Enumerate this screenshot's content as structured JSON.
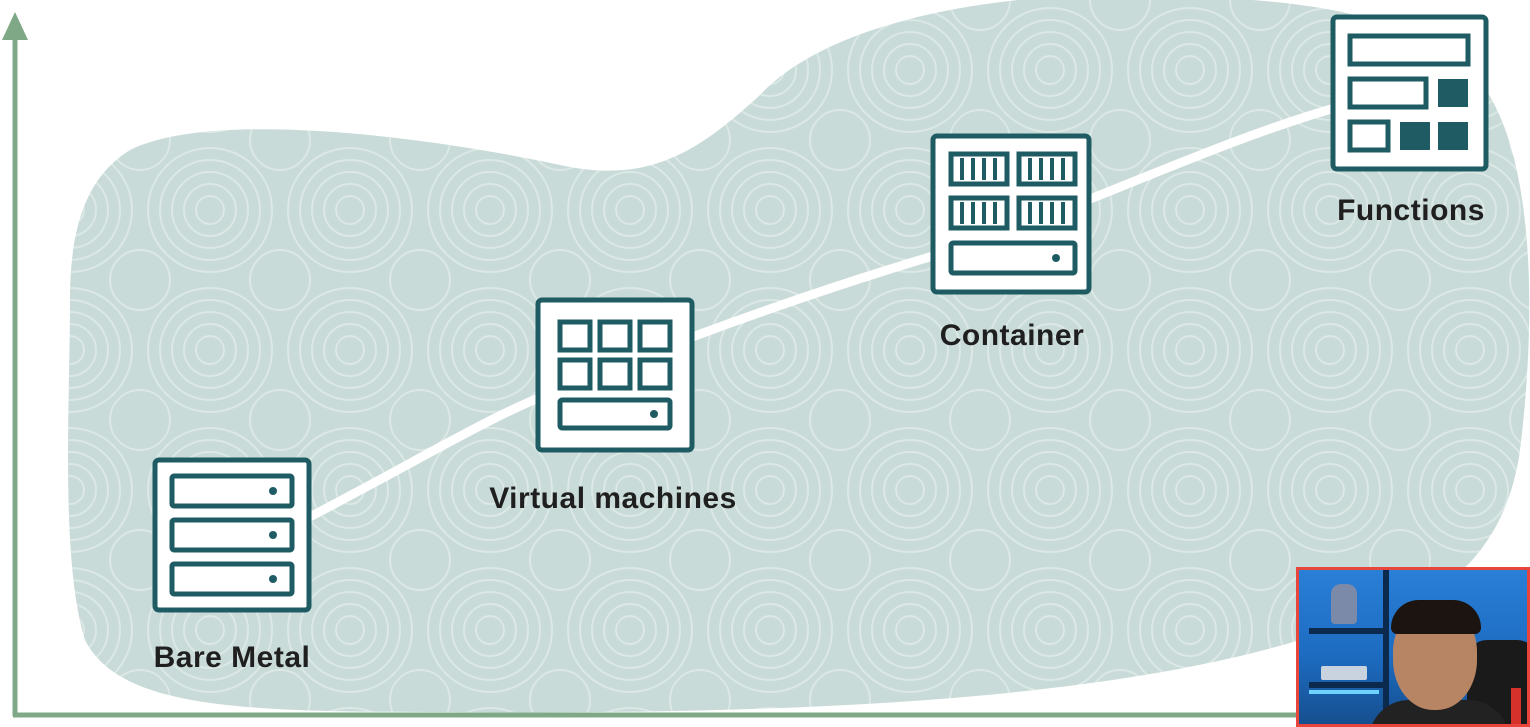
{
  "diagram": {
    "stages": [
      {
        "id": "bare-metal",
        "label": "Bare Metal",
        "icon": "server-rack-icon"
      },
      {
        "id": "virtual-machines",
        "label": "Virtual machines",
        "icon": "vm-grid-icon"
      },
      {
        "id": "container",
        "label": "Container",
        "icon": "container-icon"
      },
      {
        "id": "functions",
        "label": "Functions",
        "icon": "functions-icon"
      }
    ],
    "colors": {
      "axis": "#7fa886",
      "blob": "#c9dbd8",
      "icon_stroke": "#1e5b62",
      "curve": "#ffffff",
      "webcam_border": "#e8453c"
    }
  },
  "webcam": {
    "icon": "presenter-webcam"
  }
}
